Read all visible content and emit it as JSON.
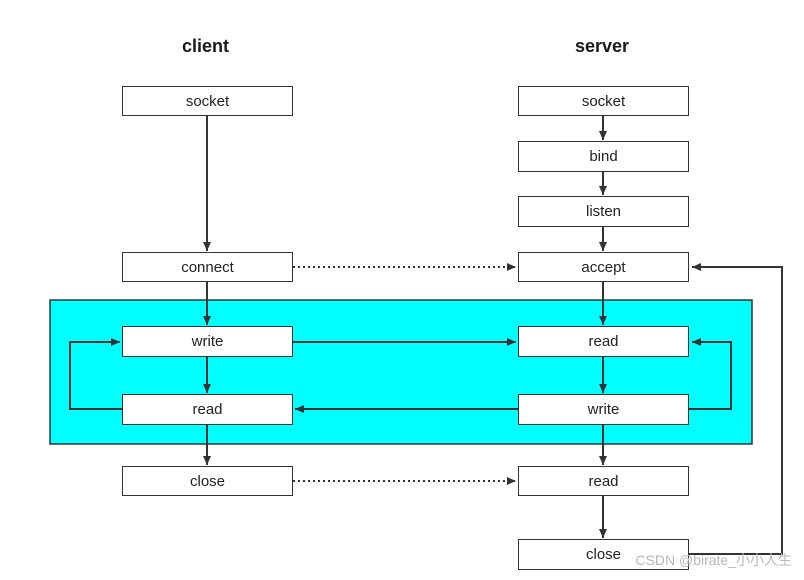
{
  "columns": {
    "client_title": "client",
    "server_title": "server"
  },
  "client": {
    "socket": "socket",
    "connect": "connect",
    "write": "write",
    "read": "read",
    "close": "close"
  },
  "server": {
    "socket": "socket",
    "bind": "bind",
    "listen": "listen",
    "accept": "accept",
    "read": "read",
    "write": "write",
    "read2": "read",
    "close": "close"
  },
  "colors": {
    "loop_region": "#00ffff",
    "line": "#333333",
    "box_border": "#333333"
  },
  "watermark": "CSDN @birate_小小人生"
}
